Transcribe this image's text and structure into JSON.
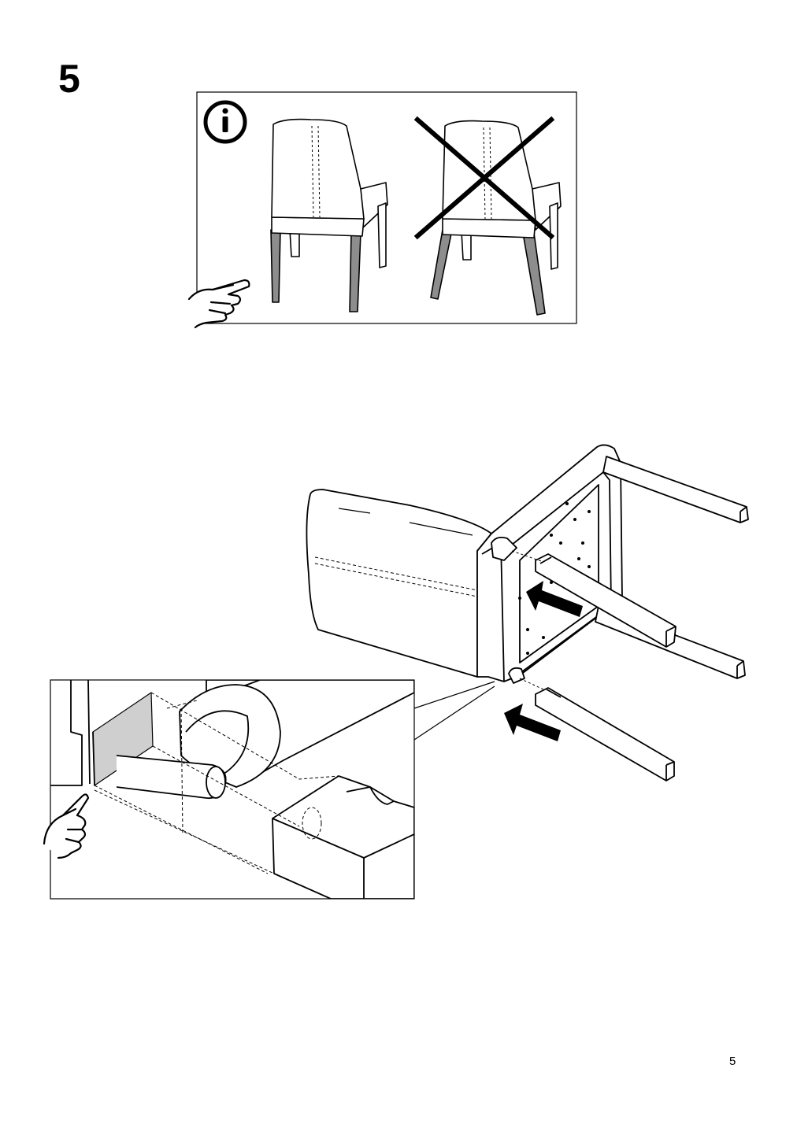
{
  "step": {
    "number": "5"
  },
  "info_panel": {
    "icon": "info-icon",
    "pointer_icon": "pointing-hand-icon",
    "correct_example": "chair-straight-legs",
    "incorrect_example": "chair-splayed-legs-crossed-out"
  },
  "main_illustration": {
    "subject": "chair-upside-down-inserting-legs",
    "arrow_icon": "insert-arrow-icon"
  },
  "detail_panel": {
    "subject": "leg-dowel-into-frame-detail",
    "pointer_icon": "pointing-hand-icon"
  },
  "footer": {
    "page_number": "5"
  },
  "colors": {
    "ink": "#000000",
    "paper": "#ffffff",
    "leg_gray": "#9a9a9a",
    "shade_gray": "#cfcfcf"
  }
}
